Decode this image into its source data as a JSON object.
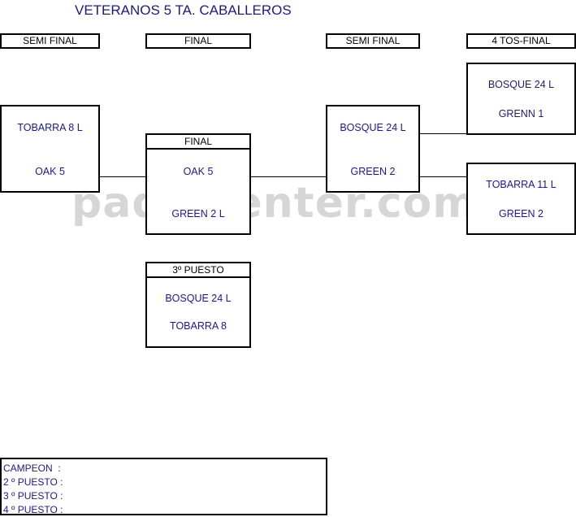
{
  "title": "VETERANOS 5 TA. CABALLEROS",
  "watermark": "padelcenter.com",
  "round_headers": {
    "semi_left": "SEMI FINAL",
    "final": "FINAL",
    "semi_right": "SEMI FINAL",
    "quarter": "4 TOS-FINAL"
  },
  "matches": {
    "semi_left": {
      "team1": "TOBARRA 8 L",
      "team2": "OAK 5"
    },
    "final": {
      "label": "FINAL",
      "team1": "OAK 5",
      "team2": "GREEN 2 L"
    },
    "third_place": {
      "label": "3º PUESTO",
      "team1": "BOSQUE 24 L",
      "team2": "TOBARRA 8"
    },
    "semi_right": {
      "team1": "BOSQUE 24 L",
      "team2": "GREEN 2"
    },
    "quarter_1": {
      "team1": "BOSQUE 24  L",
      "team2": "GRENN 1"
    },
    "quarter_2": {
      "team1": "TOBARRA 11  L",
      "team2": "GREEN 2"
    }
  },
  "results": {
    "champion": "CAMPEON  :",
    "second": "2 º PUESTO :",
    "third": "3 º PUESTO :",
    "fourth": "4 º PUESTO :"
  }
}
